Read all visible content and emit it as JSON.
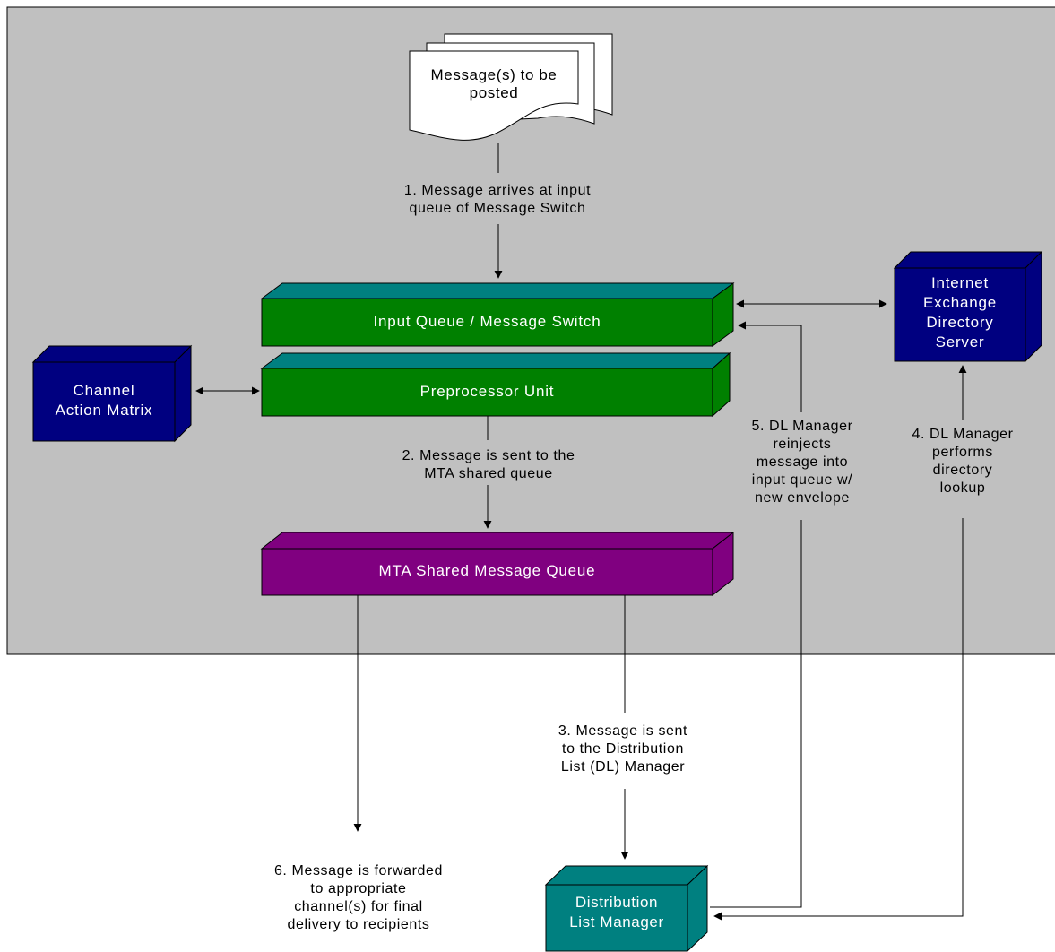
{
  "colors": {
    "region": "#c0c0c0",
    "queue_green": "#008000",
    "queue_green_top": "#008080",
    "queue_purple": "#800080",
    "server_navy": "#000080",
    "dl_teal": "#008080"
  },
  "document": {
    "line1": "Message(s) to be",
    "line2": "posted"
  },
  "nodes": {
    "input_queue": "Input Queue / Message Switch",
    "preprocessor": "Preprocessor Unit",
    "mta_queue": "MTA Shared Message Queue",
    "channel_matrix": {
      "line1": "Channel",
      "line2": "Action Matrix"
    },
    "directory_server": {
      "line1": "Internet",
      "line2": "Exchange",
      "line3": "Directory",
      "line4": "Server"
    },
    "dl_manager": {
      "line1": "Distribution",
      "line2": "List Manager"
    }
  },
  "steps": {
    "step1": {
      "line1": "1. Message arrives at input",
      "line2": "queue of Message Switch"
    },
    "step2": {
      "line1": "2. Message is sent to the",
      "line2": "MTA shared queue"
    },
    "step3": {
      "line1": "3. Message is sent",
      "line2": "to the Distribution",
      "line3": "List (DL) Manager"
    },
    "step4": {
      "line1": "4. DL Manager",
      "line2": "performs",
      "line3": "directory",
      "line4": "lookup"
    },
    "step5": {
      "line1": "5. DL Manager",
      "line2": "reinjects",
      "line3": "message into",
      "line4": "input queue w/",
      "line5": "new envelope"
    },
    "step6": {
      "line1": "6. Message is forwarded",
      "line2": "to appropriate",
      "line3": "channel(s) for final",
      "line4": "delivery to recipients"
    }
  }
}
